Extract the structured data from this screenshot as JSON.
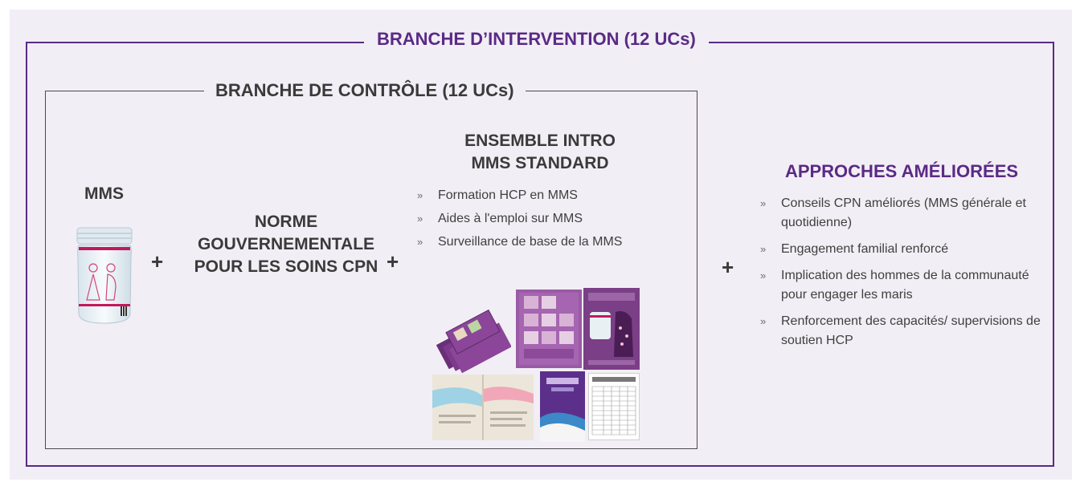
{
  "intervention_arm": {
    "title": "BRANCHE D’INTERVENTION (12 UCs)"
  },
  "control_arm": {
    "title": "BRANCHE DE CONTRÔLE (12 UCs)"
  },
  "mms": {
    "label": "MMS",
    "icon": "supplement-jar-icon"
  },
  "operators": {
    "plus": "+"
  },
  "government_standard": {
    "line1": "NORME",
    "line2": "GOUVERNEMENTALE",
    "line3": "POUR LES SOINS CPN"
  },
  "intro_package": {
    "title_line1": "ENSEMBLE INTRO",
    "title_line2": "MMS STANDARD",
    "bullet_marker": "»",
    "items": [
      "Formation HCP en MMS",
      "Aides à l'emploi sur MMS",
      "Surveillance de base de la MMS"
    ],
    "image": "training-materials-collage"
  },
  "improved_approaches": {
    "title": "APPROCHES AMÉLIORÉES",
    "bullet_marker": "»",
    "items": [
      "Conseils CPN améliorés (MMS générale et quotidienne)",
      "Engagement familial renforcé",
      "Implication des hommes de la communauté pour engager les maris",
      "Renforcement des capacités/ supervisions de soutien HCP"
    ]
  },
  "colors": {
    "background": "#f2eef5",
    "accent_purple": "#5a2a86",
    "text_dark": "#3a3a3a"
  }
}
